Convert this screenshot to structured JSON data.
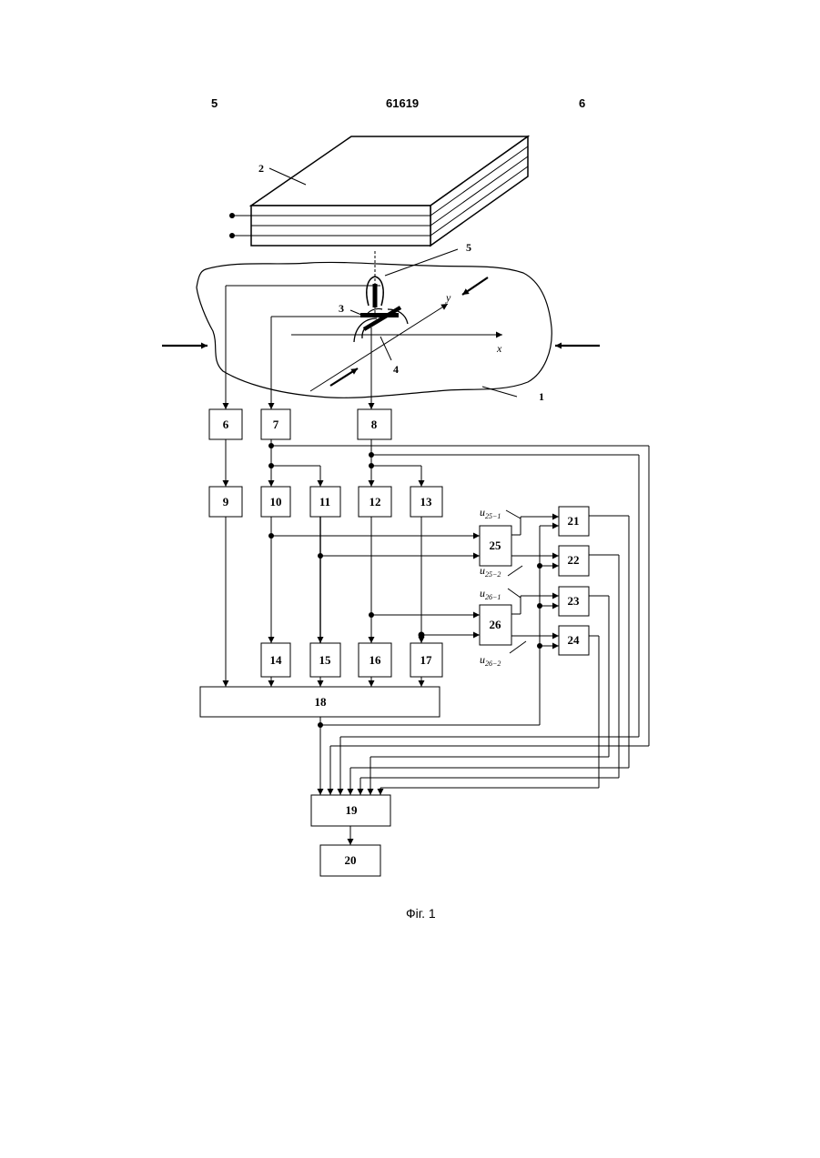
{
  "header": {
    "left_page": "5",
    "patent_number": "61619",
    "right_page": "6"
  },
  "caption": "Фіг. 1",
  "reference_labels": {
    "r1": "1",
    "r2": "2",
    "r3": "3",
    "r4": "4",
    "r5": "5"
  },
  "axes": {
    "x": "x",
    "y": "y"
  },
  "blocks": {
    "b6": "6",
    "b7": "7",
    "b8": "8",
    "b9": "9",
    "b10": "10",
    "b11": "11",
    "b12": "12",
    "b13": "13",
    "b14": "14",
    "b15": "15",
    "b16": "16",
    "b17": "17",
    "b18": "18",
    "b19": "19",
    "b20": "20",
    "b21": "21",
    "b22": "22",
    "b23": "23",
    "b24": "24",
    "b25": "25",
    "b26": "26"
  },
  "signals": {
    "u25_1": {
      "base": "u",
      "sub": "25−1"
    },
    "u25_2": {
      "base": "u",
      "sub": "25−2"
    },
    "u26_1": {
      "base": "u",
      "sub": "26−1"
    },
    "u26_2": {
      "base": "u",
      "sub": "26−2"
    }
  }
}
